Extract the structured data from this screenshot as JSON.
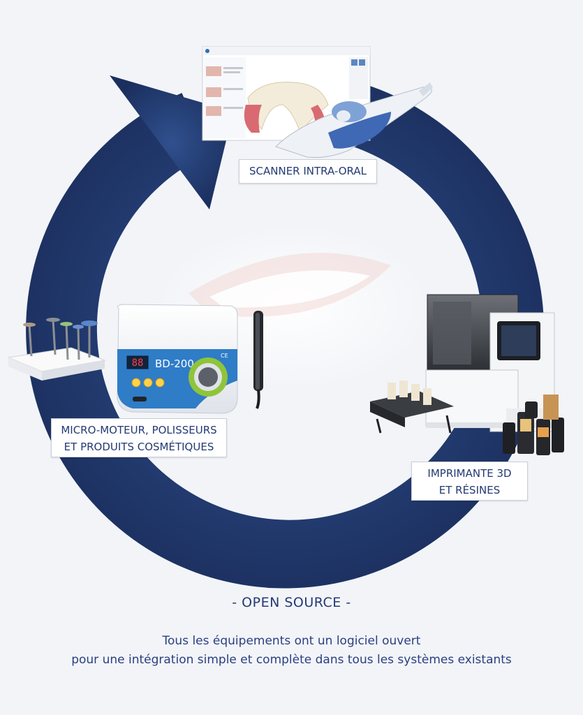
{
  "labels": {
    "scanner": "SCANNER INTRA-ORAL",
    "micro_line1": "MICRO-MOTEUR, POLISSEURS",
    "micro_line2": "ET PRODUITS COSMÉTIQUES",
    "printer_line1": "IMPRIMANTE 3D",
    "printer_line2": "ET RÉSINES"
  },
  "device_text": {
    "motor_model": "BD-200",
    "motor_display": "88",
    "motor_ce": "CE"
  },
  "footer": {
    "title": "- OPEN SOURCE -",
    "line1": "Tous les équipements ont un logiciel ouvert",
    "line2": "pour une intégration simple et complète dans tous les systèmes existants"
  },
  "colors": {
    "arrow": "#1e3467",
    "text": "#233a72",
    "background": "#f2f4f8"
  }
}
